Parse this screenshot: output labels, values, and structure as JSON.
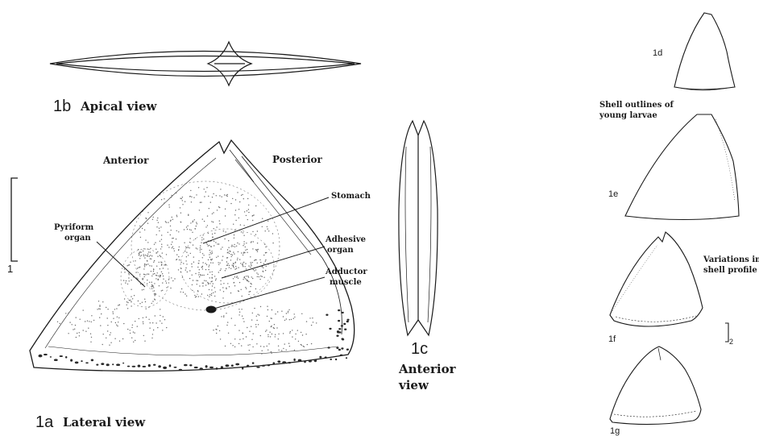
{
  "figure": {
    "apical": {
      "num": "1b",
      "title": "Apical view"
    },
    "lateral": {
      "num": "1a",
      "title": "Lateral view",
      "anterior": "Anterior",
      "posterior": "Posterior",
      "stomach": "Stomach",
      "pyriform_line1": "Pyriform",
      "pyriform_line2": "organ",
      "adhesive_line1": "Adhesive",
      "adhesive_line2": "organ",
      "adductor_line1": "Adductor",
      "adductor_line2": "muscle",
      "scale_label": "1"
    },
    "anterior_view": {
      "num": "1c",
      "title_line1": "Anterior",
      "title_line2": "view"
    },
    "right_panel": {
      "d_label": "1d",
      "e_label": "1e",
      "f_label": "1f",
      "g_label": "1g",
      "outlines_line1": "Shell outlines of",
      "outlines_line2": "young larvae",
      "variations_line1": "Variations in",
      "variations_line2": "shell profile",
      "scale_label": "2"
    },
    "colors": {
      "ink": "#1a1a1a",
      "background": "#ffffff"
    }
  }
}
